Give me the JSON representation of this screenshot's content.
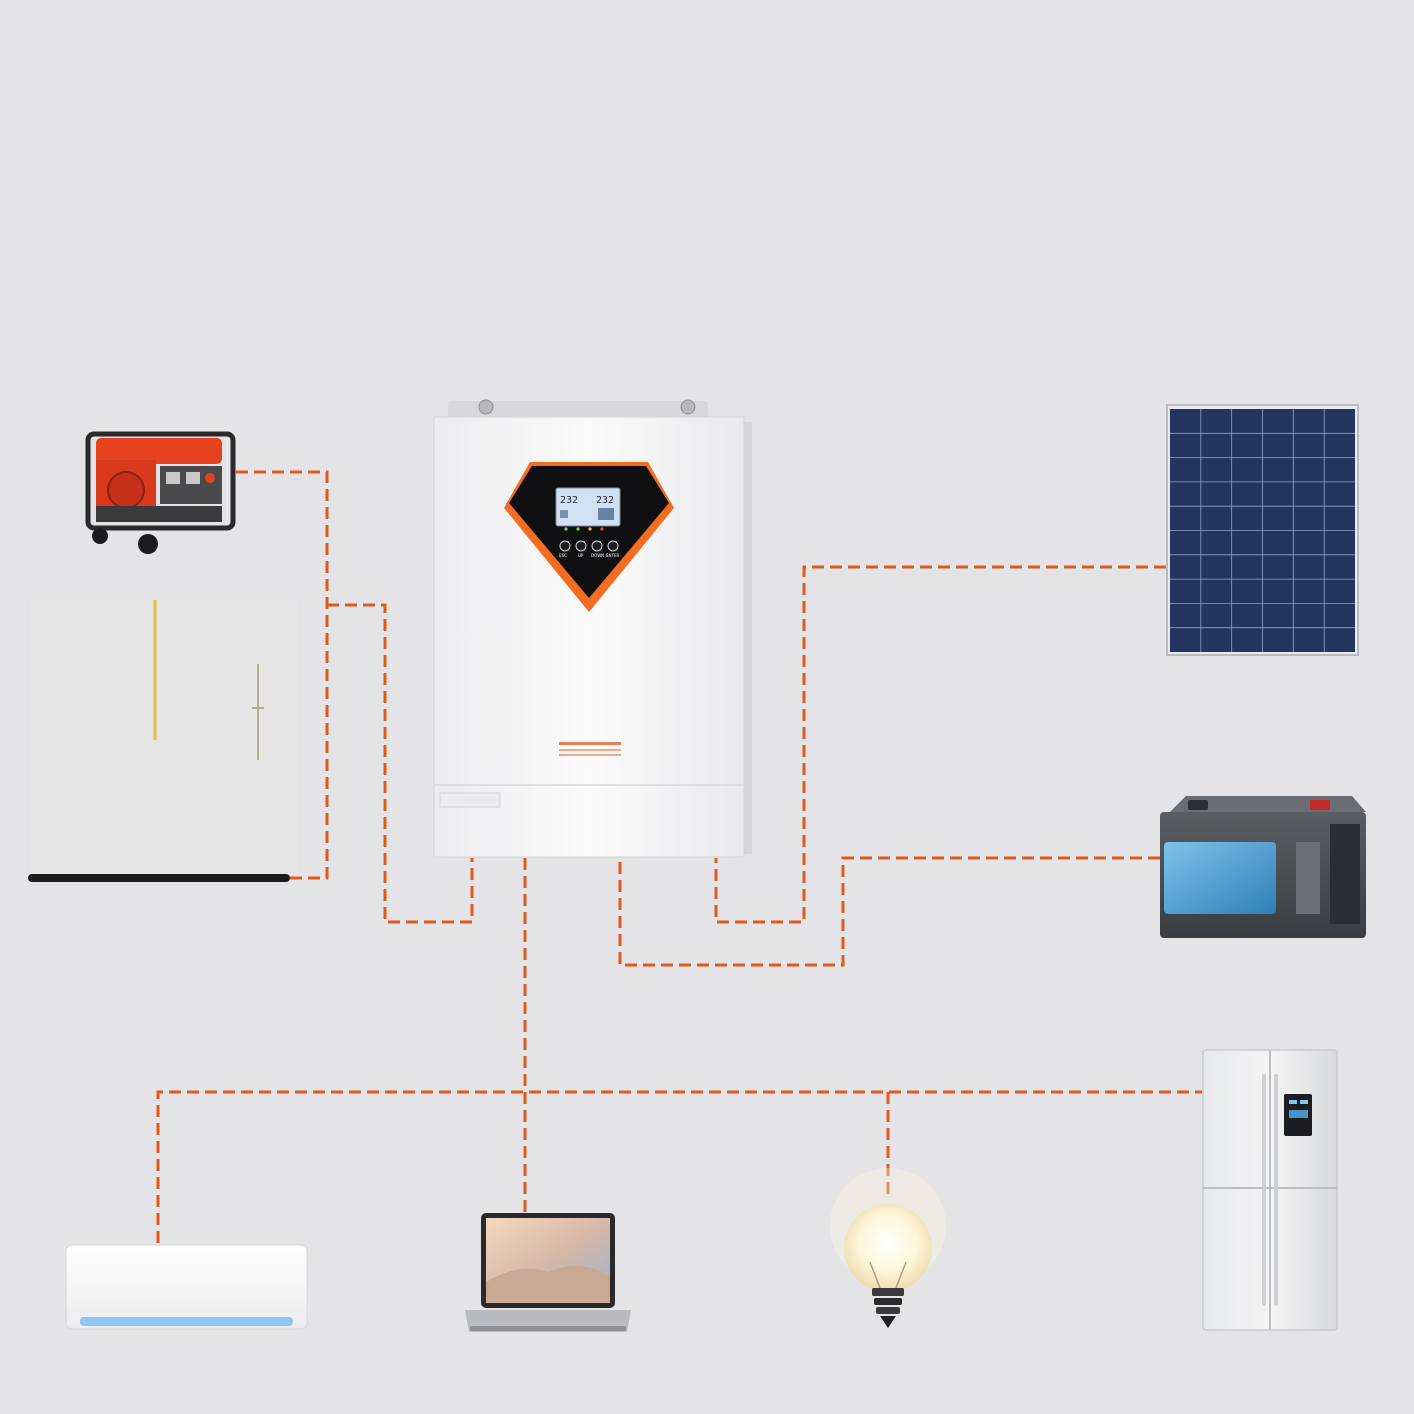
{
  "colors": {
    "background": "#e4e4e6",
    "wire": "#e05a1c",
    "inverter_body": "#f7f7f8",
    "accent_orange": "#f36c21",
    "panel_blue": "#24365f",
    "screen_blue": "#cfe1f2"
  },
  "inverter": {
    "lcd_left": "232",
    "lcd_right": "232",
    "buttons": [
      "ESC",
      "UP",
      "DOWN",
      "ENTER"
    ]
  },
  "icons": {
    "generator": "generator-icon",
    "grid": "utility-pole-icon",
    "solar": "solar-panel-icon",
    "battery": "battery-icon",
    "air_conditioner": "air-conditioner-icon",
    "laptop": "laptop-icon",
    "bulb": "light-bulb-icon",
    "fridge": "refrigerator-icon"
  }
}
